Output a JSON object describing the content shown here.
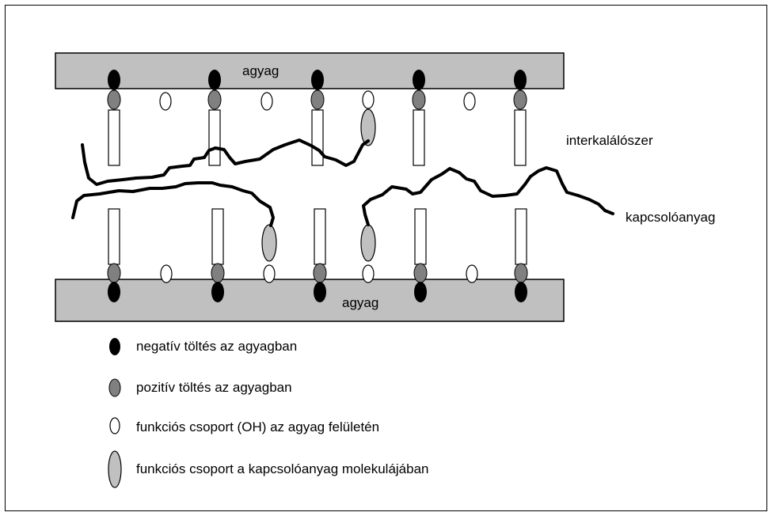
{
  "labels": {
    "clay_top": "agyag",
    "clay_bottom": "agyag",
    "intercalator": "interkalálószer",
    "coupling_agent": "kapcsolóanyag"
  },
  "legend": [
    {
      "icon": "black-ellipse-icon",
      "text": "negatív töltés az agyagban"
    },
    {
      "icon": "grey-ellipse-icon",
      "text": "pozitív töltés az agyagban"
    },
    {
      "icon": "white-ellipse-icon",
      "text": "funkciós csoport (OH) az agyag felületén"
    },
    {
      "icon": "light-grey-oval-icon",
      "text": "funkciós csoport a kapcsolóanyag molekulájában"
    }
  ],
  "colors": {
    "clay": "#c0c0c0",
    "negative_charge": "#000000",
    "positive_charge": "#808080",
    "oh_group": "#ffffff",
    "coupling_group": "#c0c0c0",
    "chain": "#000000"
  }
}
